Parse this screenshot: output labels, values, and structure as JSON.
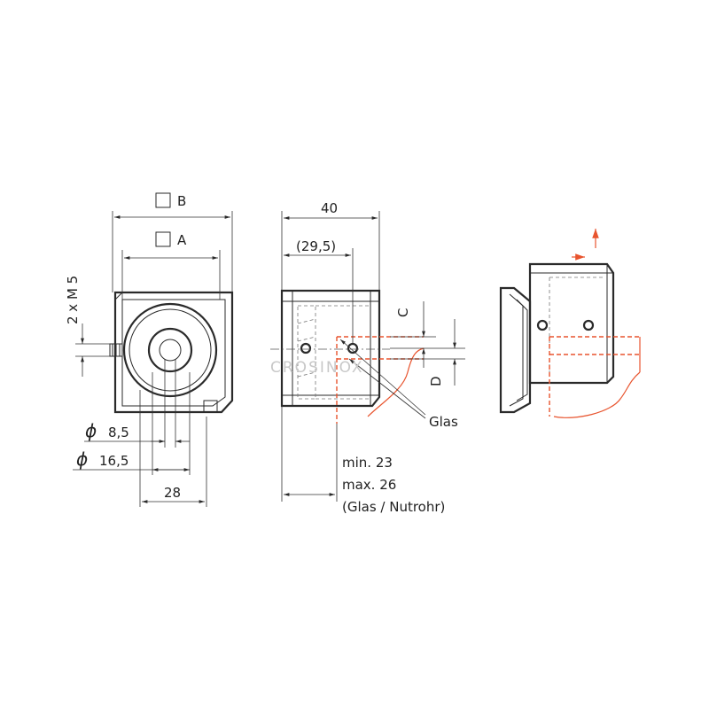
{
  "labels": {
    "square_b": "B",
    "square_a": "A",
    "thread": "2 x M 5",
    "dia_small": "8,5",
    "dia_large": "16,5",
    "phi": "ϕ",
    "width_28": "28",
    "width_40": "40",
    "width_29_5": "(29,5)",
    "c_label": "C",
    "d_label": "D",
    "glas": "Glas",
    "min_line": "min. 23",
    "max_line": "max. 26",
    "note_line": "(Glas / Nutrohr)",
    "watermark": "CROSINOX"
  },
  "colors": {
    "line": "#2a2a2a",
    "accent_red": "#e8542e",
    "watermark": "#c8c8c8"
  }
}
